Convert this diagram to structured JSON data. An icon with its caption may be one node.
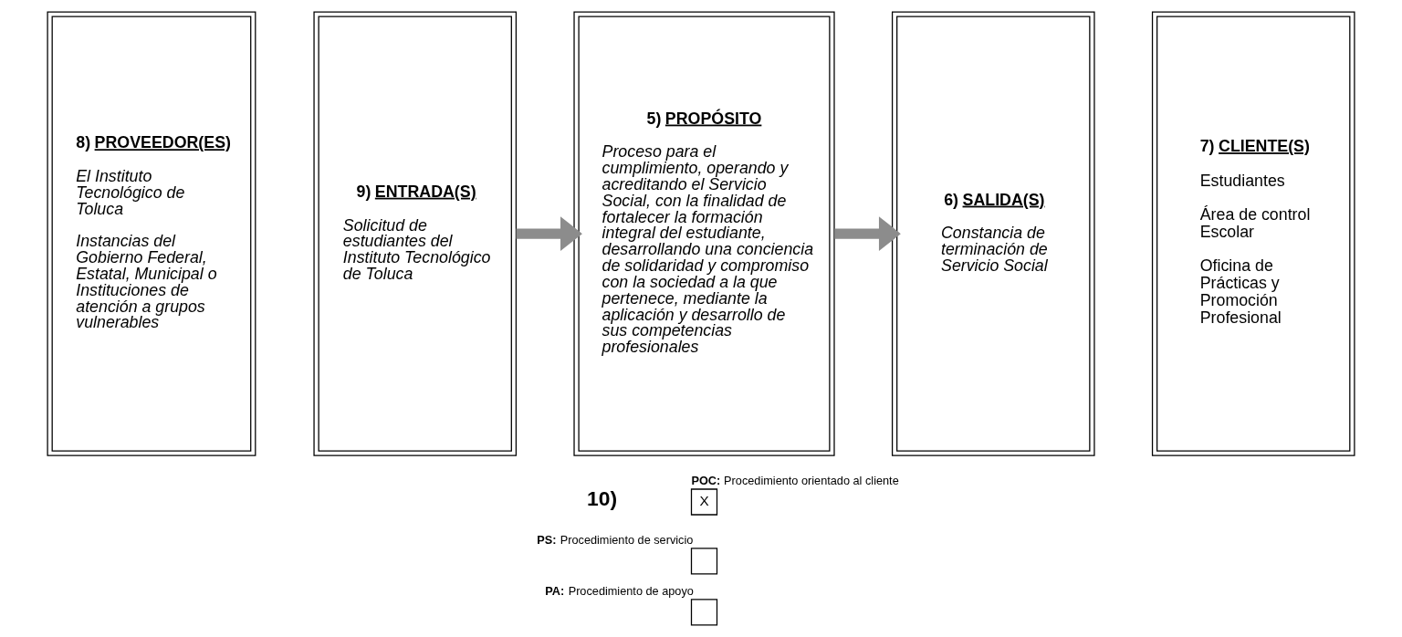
{
  "diagram": {
    "nodes": [
      {
        "text": [
          "8) PROVEEDOR(ES)",
          "El Instituto Tecnológico de Toluca",
          "Instancias del Gobierno Federal, Estatal, Municipal o Instituciones de atención a grupos vulnerables"
        ]
      },
      {
        "text": [
          "9) ENTRADA(S)",
          "Solicitud de estudiantes del Instituto Tecnológico de Toluca"
        ]
      },
      {
        "text": [
          "5) PROPÓSITO",
          "Proceso para el cumplimiento, operando y acreditando el Servicio Social, con la finalidad de fortalecer la formación integral del estudiante, desarrollando una conciencia de solidaridad y compromiso con la sociedad a la que pertenece, mediante la aplicación y desarrollo de sus competencias profesionales"
        ]
      },
      {
        "text": [
          "6) SALIDA(S)",
          "Constancia de terminación de Servicio Social"
        ]
      },
      {
        "text": [
          "7) CLIENTE(S)",
          "Estudiantes",
          "Área de control Escolar",
          "Oficina de Prácticas y Promoción Profesional"
        ]
      },
      {
        "text": [
          "X"
        ],
        "beside": [
          "POC: Procedimiento orientado al cliente"
        ]
      },
      {
        "text": [],
        "shape": "box",
        "beside": [
          "PS: Procedimiento de servicio"
        ]
      },
      {
        "text": [],
        "shape": "box",
        "beside": [
          "PA: Procedimiento de apoyo"
        ]
      }
    ],
    "edges": [
      {
        "from": 1,
        "to": 2,
        "arrow": "to"
      },
      {
        "from": 2,
        "to": 3,
        "arrow": "to"
      }
    ],
    "labels": [
      "10)"
    ]
  }
}
